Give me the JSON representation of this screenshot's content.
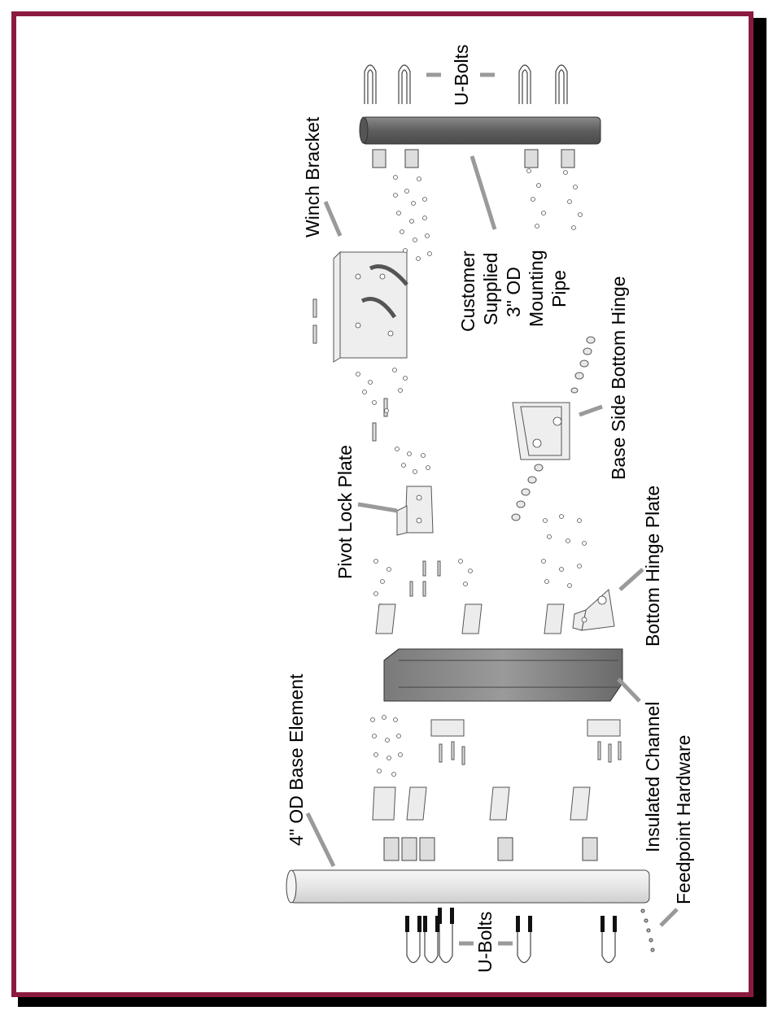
{
  "diagram": {
    "labels": {
      "ubolts_top": "U-Bolts",
      "ubolts_bottom": "U-Bolts",
      "winch_bracket": "Winch Bracket",
      "mounting_pipe": [
        "Customer",
        "Supplied",
        "3\" OD",
        "Mounting",
        "Pipe"
      ],
      "base_side_bottom_hinge": "Base Side Bottom Hinge",
      "pivot_lock_plate": "Pivot Lock Plate",
      "bottom_hinge_plate": "Bottom Hinge Plate",
      "base_element": "4\" OD Base Element",
      "insulated_channel": "Insulated Channel",
      "feedpoint_hardware": "Feedpoint Hardware"
    },
    "colors": {
      "frame": "#8b1a3e",
      "shadow": "#000000",
      "dark_part": "#6e6e6e",
      "light_part": "#ececec",
      "leader": "#9a9a9a"
    }
  }
}
